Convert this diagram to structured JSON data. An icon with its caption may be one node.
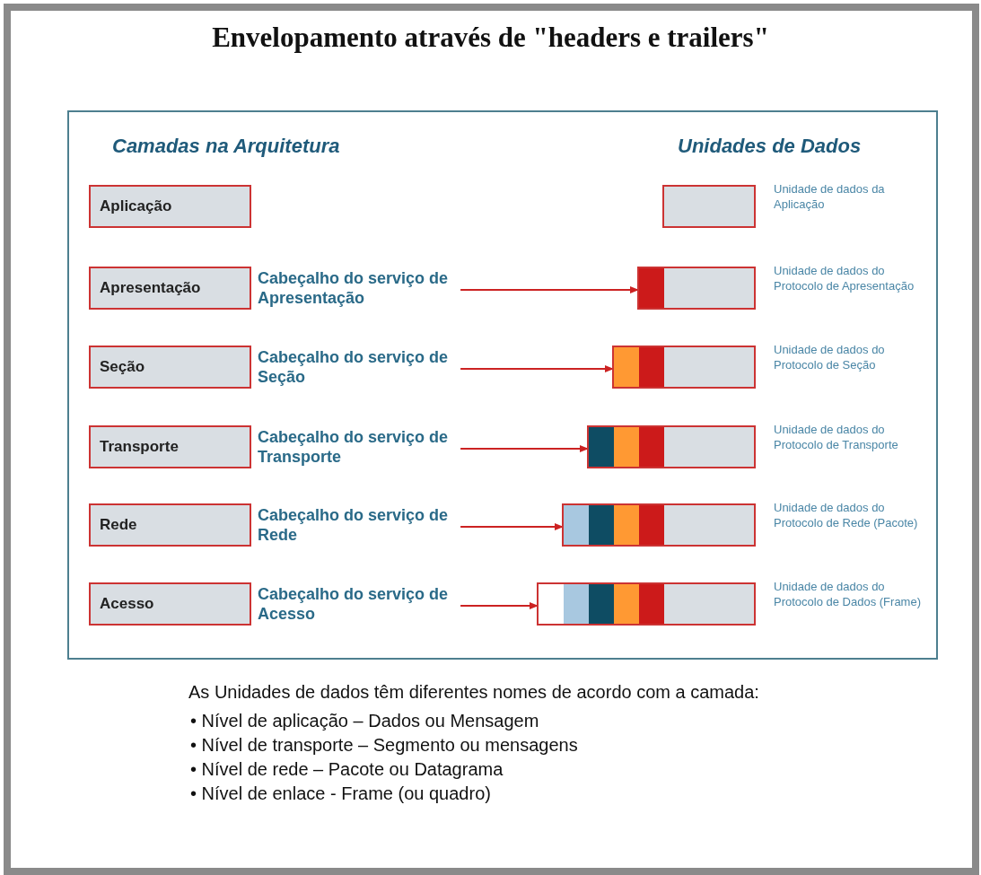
{
  "diagram": {
    "title": "Envelopamento através de \"headers e trailers\"",
    "nodes": [
      {
        "text": [],
        "shape": "box"
      },
      {
        "text": [
          "Aplicação"
        ],
        "in": 0
      },
      {
        "text": [],
        "shape": "bar",
        "in": 0,
        "beside": [
          "Unidade de dados da Aplicação"
        ]
      },
      {
        "text": [
          "Apresentação"
        ],
        "in": 0
      },
      {
        "text": [
          "Cabeçalho do serviço de Apresentação"
        ],
        "in": 0
      },
      {
        "text": [],
        "shape": "bar",
        "in": 0,
        "beside": [
          "Unidade de dados do Protocolo de Apresentação"
        ]
      },
      {
        "text": [
          "Seção"
        ],
        "in": 0
      },
      {
        "text": [
          "Cabeçalho do serviço de Seção"
        ],
        "in": 0
      },
      {
        "text": [],
        "shape": "bar",
        "in": 0,
        "beside": [
          "Unidade de dados do Protocolo de Seção"
        ]
      },
      {
        "text": [
          "Transporte"
        ],
        "in": 0
      },
      {
        "text": [
          "Cabeçalho do serviço de Transporte"
        ],
        "in": 0
      },
      {
        "text": [],
        "shape": "bar",
        "in": 0,
        "beside": [
          "Unidade de dados do Protocolo de Transporte"
        ]
      },
      {
        "text": [
          "Rede"
        ],
        "in": 0
      },
      {
        "text": [
          "Cabeçalho do serviço de Rede"
        ],
        "in": 0
      },
      {
        "text": [],
        "shape": "bar",
        "in": 0,
        "beside": [
          "Unidade de dados do Protocolo de Rede (Pacote)"
        ]
      },
      {
        "text": [
          "Acesso"
        ],
        "in": 0
      },
      {
        "text": [
          "Cabeçalho do serviço de Acesso"
        ],
        "in": 0
      },
      {
        "text": [],
        "shape": "bar",
        "in": 0,
        "beside": [
          "Unidade de dados do Protocolo de Dados (Frame)"
        ]
      }
    ],
    "edges": [
      {
        "from": 4,
        "to": 5,
        "arrow": "to"
      },
      {
        "from": 7,
        "to": 8,
        "arrow": "to"
      },
      {
        "from": 10,
        "to": 11,
        "arrow": "to"
      },
      {
        "from": 13,
        "to": 14,
        "arrow": "to"
      },
      {
        "from": 16,
        "to": 17,
        "arrow": "to"
      }
    ],
    "labels": [
      "Camadas na Arquitetura",
      "Unidades de Dados",
      "As Unidades de dados têm diferentes nomes de acordo com a camada:",
      "• Nível de aplicação – Dados ou Mensagem",
      "• Nível de transporte – Segmento ou mensagens",
      "• Nível de rede – Pacote ou Datagrama",
      "• Nível de enlace - Frame (ou quadro)"
    ]
  }
}
